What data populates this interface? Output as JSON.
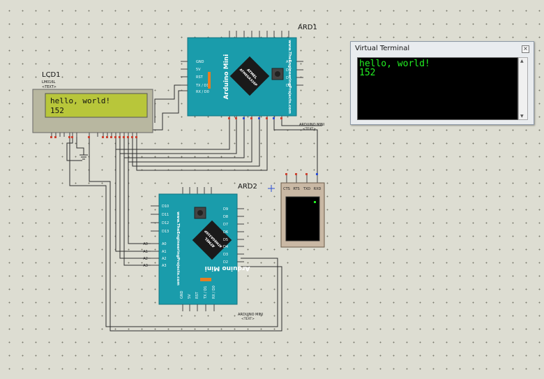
{
  "schematic": {
    "ard1": {
      "ref": "ARD1",
      "board_text": "Arduino Mini",
      "site_text": "www.TheEngineeringProjects.com",
      "chip_text": "ATMEGA328P",
      "chip_brand": "ATMEL",
      "model": "ARDUINO MINI",
      "text_tag": "<TEXT>"
    },
    "ard2": {
      "ref": "ARD2",
      "board_text": "Arduino Mini",
      "site_text": "www.TheEngineeringProjects.com",
      "chip_text": "ATMEGA328P",
      "chip_brand": "ATMEL",
      "model": "ARDUINO MINI",
      "text_tag": "<TEXT>"
    },
    "lcd1": {
      "ref": "LCD1",
      "model": "LM016L",
      "text_tag": "<TEXT>",
      "line1": "hello, world!",
      "line2": "152"
    },
    "terminal_device": {
      "pins": [
        "CTS",
        "RTS",
        "TXD",
        "RXD"
      ]
    }
  },
  "virtual_terminal": {
    "title": "Virtual Terminal",
    "output": "hello, world!\n152",
    "close_glyph": "×"
  },
  "colors": {
    "board": "#1a9cab",
    "canvas": "#ddddd2",
    "wire": "#2d2d2d",
    "lcd_green": "#b8c63a",
    "terminal_text": "#22ee22"
  }
}
